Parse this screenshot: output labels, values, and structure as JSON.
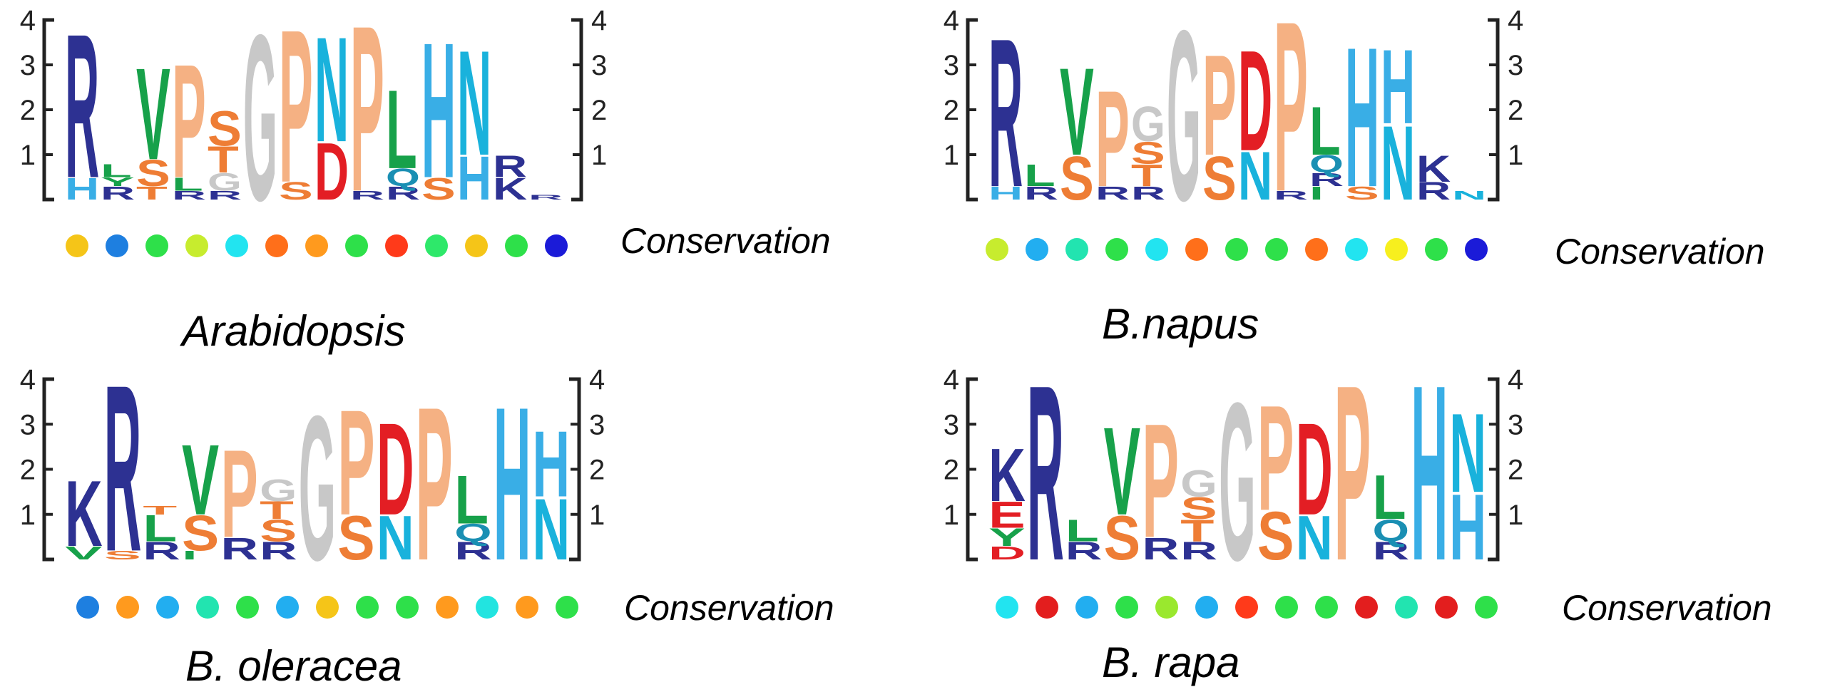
{
  "palette": {
    "R": "#2d3192",
    "K": "#2d3192",
    "H": "#39aee6",
    "D": "#e31e24",
    "E": "#e31e24",
    "P": "#f5b183",
    "S": "#ee7d35",
    "T": "#ee7d35",
    "G": "#c8c8c8",
    "V": "#17a14a",
    "L": "#17a14a",
    "I": "#17a14a",
    "N": "#19b2dc",
    "Q": "#1a8fb3",
    "Y": "#17a14a",
    "A": "#999999",
    "F": "#999999",
    "C": "#f2d024",
    "M": "#999999",
    "W": "#999999",
    "X": "#bbbbbb"
  },
  "axis_ticks": [
    "1",
    "2",
    "3",
    "4"
  ],
  "panels": [
    {
      "species": "Arabidopsis",
      "conservation_label": "Conservation",
      "columns": [
        [
          [
            "H",
            0.5
          ],
          [
            "R",
            3.3
          ]
        ],
        [
          [
            "R",
            0.3
          ],
          [
            "Y",
            0.2
          ],
          [
            "L",
            0.3
          ]
        ],
        [
          [
            "T",
            0.3
          ],
          [
            "S",
            0.6
          ],
          [
            "V",
            2.1
          ]
        ],
        [
          [
            "R",
            0.2
          ],
          [
            "L",
            0.3
          ],
          [
            "P",
            2.6
          ]
        ],
        [
          [
            "R",
            0.2
          ],
          [
            "G",
            0.4
          ],
          [
            "T",
            0.6
          ],
          [
            "S",
            0.8
          ]
        ],
        [
          [
            "G",
            3.8
          ]
        ],
        [
          [
            "S",
            0.4
          ],
          [
            "P",
            3.5
          ]
        ],
        [
          [
            "D",
            1.3
          ],
          [
            "N",
            2.4
          ]
        ],
        [
          [
            "R",
            0.2
          ],
          [
            "P",
            3.8
          ]
        ],
        [
          [
            "R",
            0.3
          ],
          [
            "Q",
            0.4
          ],
          [
            "L",
            1.8
          ]
        ],
        [
          [
            "S",
            0.5
          ],
          [
            "H",
            3.1
          ]
        ],
        [
          [
            "H",
            1.0
          ],
          [
            "N",
            2.4
          ]
        ],
        [
          [
            "K",
            0.5
          ],
          [
            "R",
            0.5
          ]
        ],
        [
          [
            "R",
            0.1
          ]
        ]
      ],
      "conservation_colors": [
        "#f5c518",
        "#1e7fe0",
        "#2ee04a",
        "#c7ec2e",
        "#22e4f0",
        "#ff6f1a",
        "#ff9a1e",
        "#2ee04a",
        "#ff3a1a",
        "#2ee86a",
        "#f5c518",
        "#2ee04a",
        "#1b1bd8"
      ]
    },
    {
      "species": "B.napus",
      "conservation_label": "Conservation",
      "columns": [
        [
          [
            "H",
            0.3
          ],
          [
            "R",
            3.4
          ]
        ],
        [
          [
            "R",
            0.3
          ],
          [
            "L",
            0.5
          ]
        ],
        [
          [
            "S",
            1.0
          ],
          [
            "V",
            2.0
          ]
        ],
        [
          [
            "R",
            0.3
          ],
          [
            "P",
            2.2
          ]
        ],
        [
          [
            "R",
            0.3
          ],
          [
            "T",
            0.5
          ],
          [
            "S",
            0.5
          ],
          [
            "G",
            0.8
          ]
        ],
        [
          [
            "G",
            3.9
          ]
        ],
        [
          [
            "S",
            1.0
          ],
          [
            "P",
            2.3
          ]
        ],
        [
          [
            "N",
            1.1
          ],
          [
            "D",
            2.3
          ]
        ],
        [
          [
            "R",
            0.2
          ],
          [
            "P",
            3.9
          ]
        ],
        [
          [
            "I",
            0.3
          ],
          [
            "R",
            0.3
          ],
          [
            "Q",
            0.4
          ],
          [
            "L",
            1.1
          ]
        ],
        [
          [
            "S",
            0.3
          ],
          [
            "H",
            3.2
          ]
        ],
        [
          [
            "N",
            1.7
          ],
          [
            "H",
            1.7
          ]
        ],
        [
          [
            "R",
            0.4
          ],
          [
            "K",
            0.6
          ]
        ],
        [
          [
            "N",
            0.2
          ]
        ]
      ],
      "conservation_colors": [
        "#c7ec2e",
        "#22aef0",
        "#22e4b0",
        "#2ee04a",
        "#22e4f0",
        "#ff6f1a",
        "#2ee04a",
        "#2ee04a",
        "#ff6f1a",
        "#22e4f0",
        "#f7ef1e",
        "#2ee04a",
        "#1b1bd8"
      ]
    },
    {
      "species": "B. oleracea",
      "conservation_label": "Conservation",
      "columns": [
        [
          [
            "V",
            0.3
          ],
          [
            "K",
            1.5
          ]
        ],
        [
          [
            "S",
            0.2
          ],
          [
            "R",
            3.8
          ]
        ],
        [
          [
            "R",
            0.4
          ],
          [
            "L",
            0.6
          ],
          [
            "T",
            0.2
          ]
        ],
        [
          [
            "I",
            0.2
          ],
          [
            "S",
            0.8
          ],
          [
            "V",
            1.6
          ]
        ],
        [
          [
            "R",
            0.5
          ],
          [
            "P",
            2.0
          ]
        ],
        [
          [
            "R",
            0.4
          ],
          [
            "S",
            0.5
          ],
          [
            "T",
            0.4
          ],
          [
            "G",
            0.5
          ]
        ],
        [
          [
            "G",
            3.3
          ]
        ],
        [
          [
            "S",
            1.0
          ],
          [
            "P",
            2.4
          ]
        ],
        [
          [
            "N",
            1.0
          ],
          [
            "D",
            2.1
          ]
        ],
        [
          [
            "P",
            3.5
          ]
        ],
        [
          [
            "R",
            0.4
          ],
          [
            "Q",
            0.4
          ],
          [
            "L",
            1.1
          ]
        ],
        [
          [
            "H",
            3.5
          ]
        ],
        [
          [
            "N",
            1.4
          ],
          [
            "H",
            1.5
          ]
        ]
      ],
      "conservation_colors": [
        "#1e7fe0",
        "#ff9a1e",
        "#22aef0",
        "#22e4b0",
        "#2ee04a",
        "#22aef0",
        "#f5c518",
        "#2ee04a",
        "#2ee04a",
        "#ff9a1e",
        "#22e4e0",
        "#ff9a1e",
        "#2ee04a"
      ]
    },
    {
      "species": "B. rapa",
      "conservation_label": "Conservation",
      "columns": [
        [
          [
            "D",
            0.3
          ],
          [
            "Y",
            0.4
          ],
          [
            "E",
            0.6
          ],
          [
            "K",
            1.2
          ]
        ],
        [
          [
            "R",
            4.0
          ]
        ],
        [
          [
            "R",
            0.4
          ],
          [
            "L",
            0.5
          ]
        ],
        [
          [
            "S",
            1.0
          ],
          [
            "V",
            2.0
          ]
        ],
        [
          [
            "R",
            0.5
          ],
          [
            "P",
            2.6
          ]
        ],
        [
          [
            "R",
            0.4
          ],
          [
            "T",
            0.5
          ],
          [
            "S",
            0.5
          ],
          [
            "G",
            0.6
          ]
        ],
        [
          [
            "G",
            3.6
          ]
        ],
        [
          [
            "S",
            1.1
          ],
          [
            "P",
            2.4
          ]
        ],
        [
          [
            "N",
            1.0
          ],
          [
            "D",
            2.1
          ]
        ],
        [
          [
            "P",
            4.0
          ]
        ],
        [
          [
            "R",
            0.4
          ],
          [
            "Q",
            0.5
          ],
          [
            "L",
            1.0
          ]
        ],
        [
          [
            "H",
            4.0
          ]
        ],
        [
          [
            "H",
            1.5
          ],
          [
            "N",
            1.8
          ]
        ]
      ],
      "conservation_colors": [
        "#22e4f0",
        "#e31e1e",
        "#22aef0",
        "#2ee04a",
        "#9ae82e",
        "#22aef0",
        "#ff3a1a",
        "#2ee04a",
        "#2ee04a",
        "#e31e1e",
        "#22e4b0",
        "#e31e1e",
        "#2ee04a"
      ]
    }
  ]
}
